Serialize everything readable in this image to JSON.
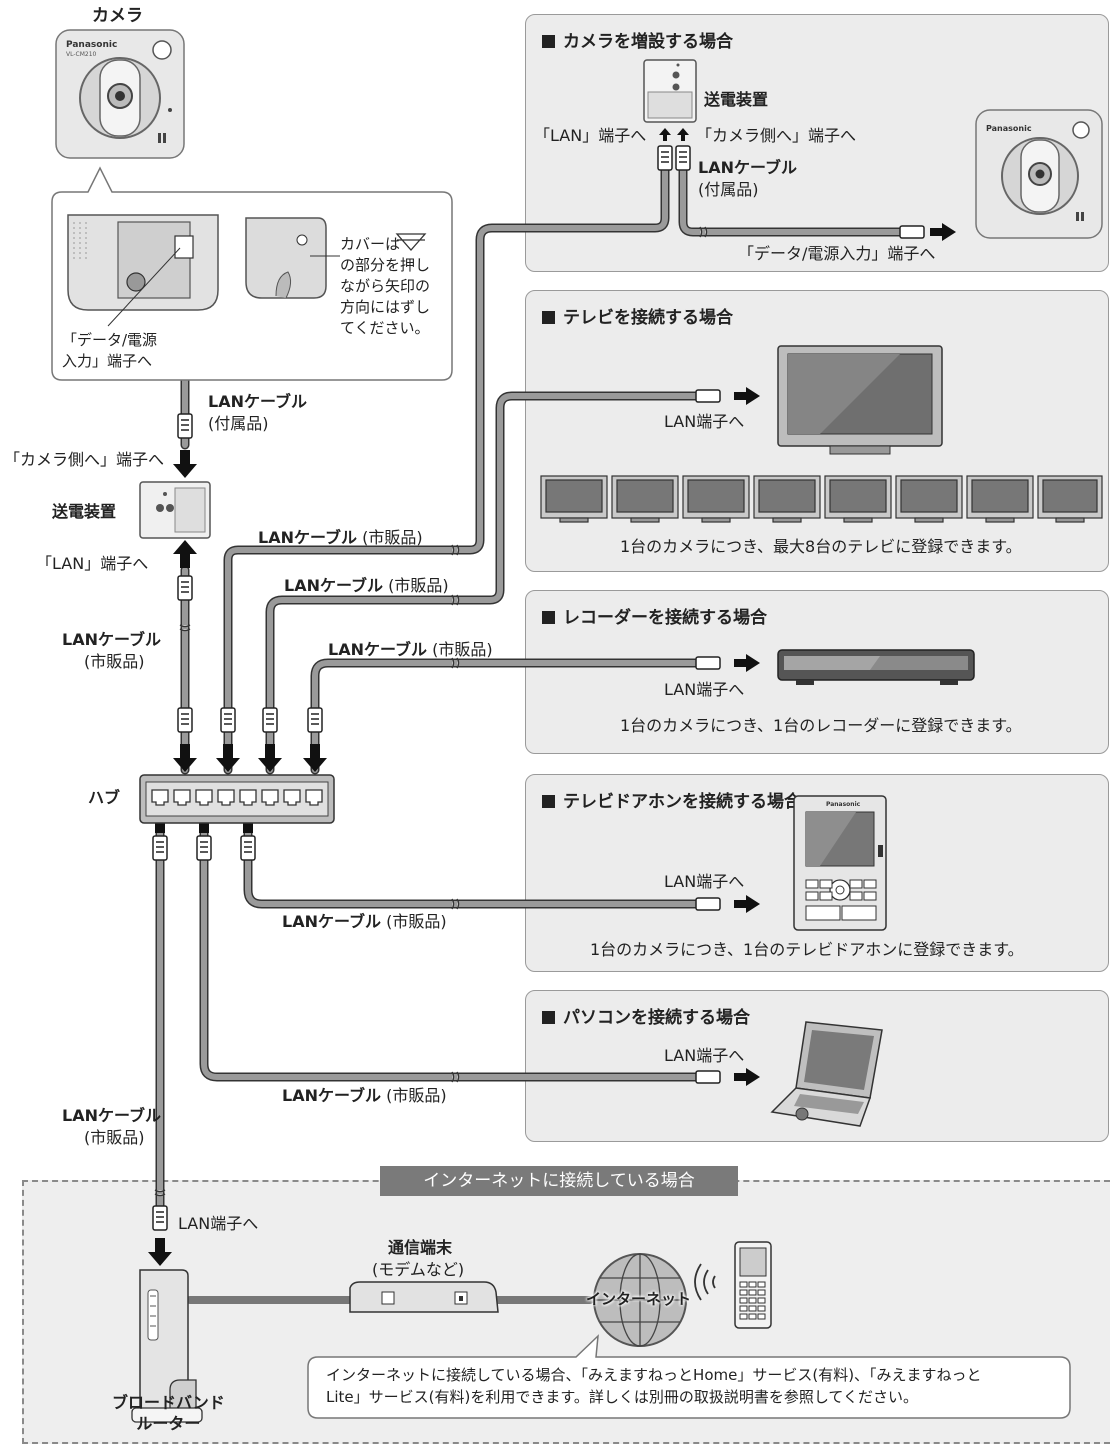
{
  "camera": {
    "title": "カメラ",
    "brand": "Panasonic",
    "model": "VL-CM210"
  },
  "detail": {
    "cover_note": [
      "カバーは",
      "の部分を押し",
      "ながら矢印の",
      "方向にはずし",
      "てください。"
    ],
    "terminal_label": [
      "「データ/電源",
      "入力」端子へ"
    ]
  },
  "left_chain": {
    "cable1": {
      "name": "LANケーブル",
      "note": "(付属品)"
    },
    "camera_side": "「カメラ側へ」端子へ",
    "power_unit": "送電装置",
    "lan_terminal": "「LAN」端子へ",
    "cable2": {
      "name": "LANケーブル",
      "note": "(市販品)"
    },
    "hub": "ハブ",
    "cable3": {
      "name": "LANケーブル",
      "note": "(市販品)"
    }
  },
  "cables": {
    "tv": {
      "name": "LANケーブル",
      "note": "(市販品)"
    },
    "add_camera": {
      "name": "LANケーブル",
      "note": "(市販品)"
    },
    "recorder": {
      "name": "LANケーブル",
      "note": "(市販品)"
    },
    "doorphone": {
      "name": "LANケーブル",
      "note": "(市販品)"
    },
    "pc": {
      "name": "LANケーブル",
      "note": "(市販品)"
    }
  },
  "panels": {
    "add_camera": {
      "title": "カメラを増設する場合",
      "power_unit": "送電装置",
      "lan_terminal": "「LAN」端子へ",
      "camera_terminal": "「カメラ側へ」端子へ",
      "cable_name": "LANケーブル",
      "cable_note": "(付属品)",
      "data_terminal": "「データ/電源入力」端子へ",
      "brand": "Panasonic"
    },
    "tv": {
      "title": "テレビを接続する場合",
      "lan_terminal": "LAN端子へ",
      "note": "1台のカメラにつき、最大8台のテレビに登録できます。"
    },
    "recorder": {
      "title": "レコーダーを接続する場合",
      "lan_terminal": "LAN端子へ",
      "note": "1台のカメラにつき、1台のレコーダーに登録できます。"
    },
    "doorphone": {
      "title": "テレビドアホンを接続する場合",
      "lan_terminal": "LAN端子へ",
      "note": "1台のカメラにつき、1台のテレビドアホンに登録できます。",
      "brand": "Panasonic"
    },
    "pc": {
      "title": "パソコンを接続する場合",
      "lan_terminal": "LAN端子へ"
    }
  },
  "internet": {
    "banner": "インターネットに接続している場合",
    "lan_terminal": "LAN端子へ",
    "modem_title": "通信端末",
    "modem_note": "(モデムなど)",
    "internet_label": "インターネット",
    "router_label": [
      "ブロードバンド",
      "ルーター"
    ],
    "service_note": [
      "インターネットに接続している場合、「みえますねっとHome」サービス(有料)、「みえますねっと",
      "Lite」サービス(有料)を利用できます。詳しくは別冊の取扱説明書を参照してください。"
    ]
  }
}
